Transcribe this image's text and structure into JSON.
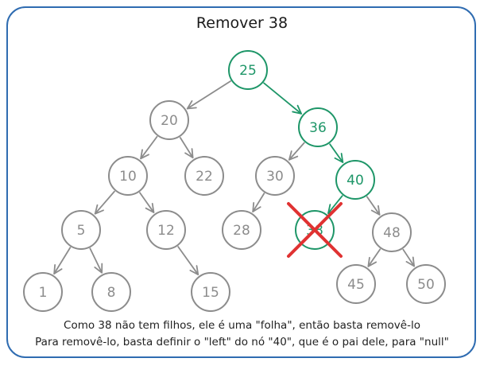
{
  "title": "Remover 38",
  "captions": [
    "Como 38 não tem filhos, ele é uma \"folha\", então basta removê-lo",
    "Para removê-lo, basta definir o \"left\" do nó \"40\", que é o pai dele, para \"null\""
  ],
  "colors": {
    "frame": "#2f6cb1",
    "normal": "#8c8c8c",
    "highlight": "#1e9668",
    "remove_mark": "#e03232",
    "node_fill": "#ffffff"
  },
  "tree": {
    "nodes": [
      {
        "id": "n25",
        "label": "25",
        "state": "path"
      },
      {
        "id": "n20",
        "label": "20",
        "state": "normal"
      },
      {
        "id": "n36",
        "label": "36",
        "state": "path"
      },
      {
        "id": "n10",
        "label": "10",
        "state": "normal"
      },
      {
        "id": "n22",
        "label": "22",
        "state": "normal"
      },
      {
        "id": "n30",
        "label": "30",
        "state": "normal"
      },
      {
        "id": "n40",
        "label": "40",
        "state": "path"
      },
      {
        "id": "n5",
        "label": "5",
        "state": "normal"
      },
      {
        "id": "n12",
        "label": "12",
        "state": "normal"
      },
      {
        "id": "n28",
        "label": "28",
        "state": "normal"
      },
      {
        "id": "n38",
        "label": "38",
        "state": "removed"
      },
      {
        "id": "n48",
        "label": "48",
        "state": "normal"
      },
      {
        "id": "n1",
        "label": "1",
        "state": "normal"
      },
      {
        "id": "n8",
        "label": "8",
        "state": "normal"
      },
      {
        "id": "n15",
        "label": "15",
        "state": "normal"
      },
      {
        "id": "n45",
        "label": "45",
        "state": "normal"
      },
      {
        "id": "n50",
        "label": "50",
        "state": "normal"
      }
    ],
    "edges": [
      {
        "from": "n25",
        "to": "n20",
        "state": "normal"
      },
      {
        "from": "n25",
        "to": "n36",
        "state": "path"
      },
      {
        "from": "n20",
        "to": "n10",
        "state": "normal"
      },
      {
        "from": "n20",
        "to": "n22",
        "state": "normal"
      },
      {
        "from": "n36",
        "to": "n30",
        "state": "normal"
      },
      {
        "from": "n36",
        "to": "n40",
        "state": "path"
      },
      {
        "from": "n10",
        "to": "n5",
        "state": "normal"
      },
      {
        "from": "n10",
        "to": "n12",
        "state": "normal"
      },
      {
        "from": "n30",
        "to": "n28",
        "state": "normal"
      },
      {
        "from": "n40",
        "to": "n38",
        "state": "path"
      },
      {
        "from": "n40",
        "to": "n48",
        "state": "normal"
      },
      {
        "from": "n5",
        "to": "n1",
        "state": "normal"
      },
      {
        "from": "n5",
        "to": "n8",
        "state": "normal"
      },
      {
        "from": "n12",
        "to": "n15",
        "state": "normal"
      },
      {
        "from": "n48",
        "to": "n45",
        "state": "normal"
      },
      {
        "from": "n48",
        "to": "n50",
        "state": "normal"
      }
    ]
  }
}
